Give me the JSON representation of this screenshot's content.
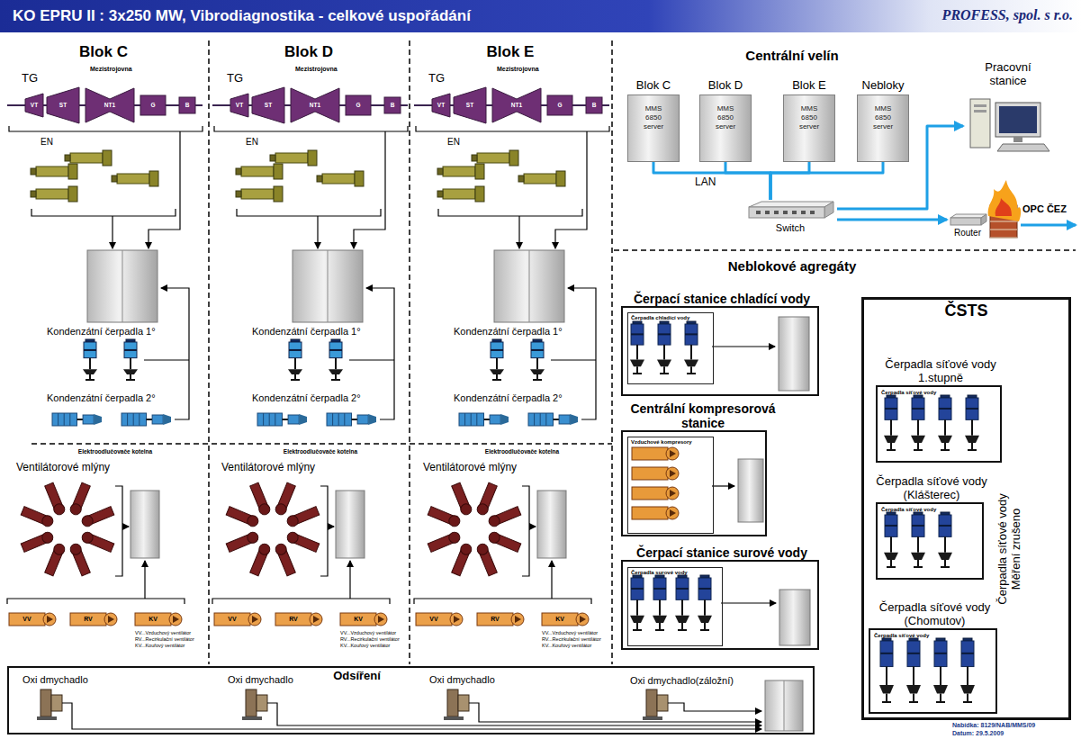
{
  "diagram": {
    "title": "KO EPRU II : 3x250 MW, Vibrodiagnostika - celkové uspořádání",
    "nodes": [
      {
        "text": [
          "Blok C",
          "MMS 6850 server"
        ]
      },
      {
        "text": [
          "Blok D",
          "MMS 6850 server"
        ]
      },
      {
        "text": [
          "Blok E",
          "MMS 6850 server"
        ]
      },
      {
        "text": [
          "Nebloky",
          "MMS 6850 server"
        ]
      },
      {
        "text": [
          "Pracovní stanice"
        ]
      },
      {
        "text": [
          "Switch"
        ]
      },
      {
        "text": [
          "Router"
        ]
      },
      {
        "text": [
          "Odsíření"
        ]
      },
      {
        "text": [
          "Čerpací stanice chladící vody"
        ]
      },
      {
        "text": [
          "Čerpadla chladící vody"
        ],
        "in": 8
      },
      {
        "text": [
          "Centrální kompresorová stanice"
        ]
      },
      {
        "text": [
          "Vzduchové kompresory"
        ],
        "in": 10
      },
      {
        "text": [
          "Čerpací stanice surové vody"
        ]
      },
      {
        "text": [
          "Čerpadla surové vody"
        ],
        "in": 12
      },
      {
        "text": [
          "ČSTS"
        ]
      },
      {
        "text": [
          "Čerpadla síťové vody 1.stupně",
          "Čerpadla síťové vody"
        ],
        "in": 14
      },
      {
        "text": [
          "Čerpadla síťové vody (Klášterec)",
          "Čerpadla síťové vody"
        ],
        "in": 14
      },
      {
        "text": [
          "Čerpadla síťové vody (Chomutov)",
          "Čerpadla síťové vody"
        ],
        "in": 14
      }
    ],
    "edges": [
      {
        "from": 0,
        "to": 5,
        "arrow": "none"
      },
      {
        "from": 1,
        "to": 5,
        "arrow": "none",
        "label": "LAN"
      },
      {
        "from": 2,
        "to": 5,
        "arrow": "none"
      },
      {
        "from": 3,
        "to": 5,
        "arrow": "none"
      },
      {
        "from": 5,
        "to": 4,
        "arrow": "to"
      },
      {
        "from": 5,
        "to": 6,
        "arrow": "to"
      }
    ],
    "labels": [
      "Blok C",
      "TG",
      "Mezistrojovna",
      "VT",
      "ST",
      "NT1",
      "G",
      "B",
      "EN",
      "Kondenzátní čerpadla 1°",
      "Kondenzátní čerpadla 2°",
      "Elektroodlučovače kotelna",
      "Ventilátorové mlýny",
      "VV",
      "RV",
      "KV",
      "VV...Vzduchový ventilátor",
      "RV...Recirkulační ventilátor",
      "KV...Kouřový ventilátor",
      "Oxi dmychadlo",
      "Blok D",
      "TG",
      "Mezistrojovna",
      "VT",
      "ST",
      "NT1",
      "G",
      "B",
      "EN",
      "Kondenzátní čerpadla 1°",
      "Kondenzátní čerpadla 2°",
      "Elektroodlučovače kotelna",
      "Ventilátorové mlýny",
      "VV",
      "RV",
      "KV",
      "VV...Vzduchový ventilátor",
      "RV...Recirkulační ventilátor",
      "KV...Kouřový ventilátor",
      "Oxi dmychadlo",
      "Blok E",
      "TG",
      "Mezistrojovna",
      "VT",
      "ST",
      "NT1",
      "G",
      "B",
      "EN",
      "Kondenzátní čerpadla 1°",
      "Kondenzátní čerpadla 2°",
      "Elektroodlučovače kotelna",
      "Ventilátorové mlýny",
      "VV",
      "RV",
      "KV",
      "VV...Vzduchový ventilátor",
      "RV...Recirkulační ventilátor",
      "KV...Kouřový ventilátor",
      "Oxi dmychadlo",
      "Oxi dmychadlo(záložní)",
      "Centrální velín",
      "OPC ČEZ",
      "Neblokové agregáty",
      "Čerpadla síťové vody Měření zrušeno",
      "PROFESS, spol. s r.o.",
      "Nabídka: 8129/NAB/MMS/09",
      "Datum: 29.5.2009"
    ]
  }
}
